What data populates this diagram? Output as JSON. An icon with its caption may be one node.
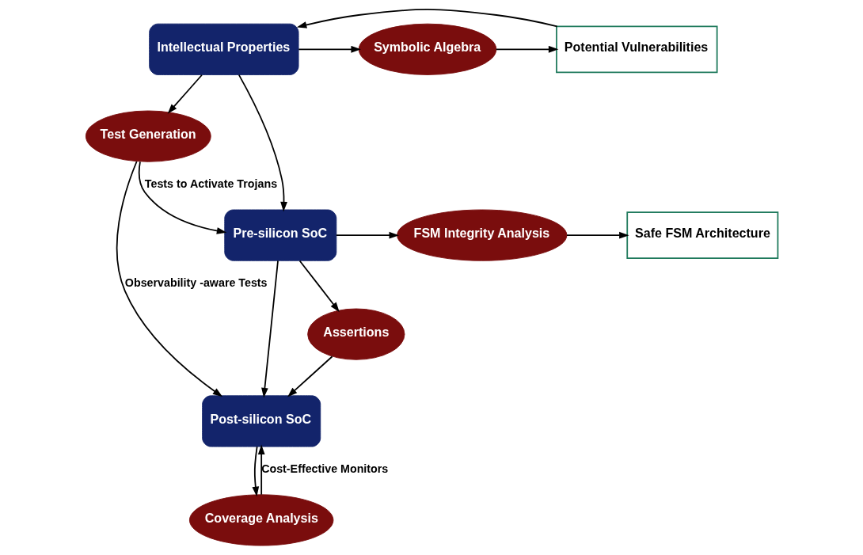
{
  "diagram": {
    "nodes": [
      {
        "text": [
          "Intellectual Properties"
        ]
      },
      {
        "text": [
          "Symbolic Algebra"
        ]
      },
      {
        "text": [
          "Potential Vulnerabilities"
        ]
      },
      {
        "text": [
          "Test Generation"
        ]
      },
      {
        "text": [
          "Pre-silicon SoC"
        ]
      },
      {
        "text": [
          "FSM Integrity Analysis"
        ]
      },
      {
        "text": [
          "Safe FSM Architecture"
        ]
      },
      {
        "text": [
          "Assertions"
        ]
      },
      {
        "text": [
          "Post-silicon SoC"
        ]
      },
      {
        "text": [
          "Coverage Analysis"
        ]
      }
    ],
    "edges": [
      {
        "from": 0,
        "to": 1,
        "arrow": "to"
      },
      {
        "from": 1,
        "to": 2,
        "arrow": "to"
      },
      {
        "from": 2,
        "to": 0,
        "arrow": "to"
      },
      {
        "from": 0,
        "to": 3,
        "arrow": "to"
      },
      {
        "from": 0,
        "to": 4,
        "arrow": "to"
      },
      {
        "from": 3,
        "to": 4,
        "arrow": "to",
        "label": "Tests to Activate Trojans"
      },
      {
        "from": 3,
        "to": 8,
        "arrow": "to",
        "label": "Observability -aware Tests"
      },
      {
        "from": 4,
        "to": 5,
        "arrow": "to"
      },
      {
        "from": 5,
        "to": 6,
        "arrow": "to"
      },
      {
        "from": 4,
        "to": 7,
        "arrow": "to"
      },
      {
        "from": 4,
        "to": 8,
        "arrow": "to"
      },
      {
        "from": 7,
        "to": 8,
        "arrow": "to"
      },
      {
        "from": 8,
        "to": 9,
        "arrow": "to"
      },
      {
        "from": 9,
        "to": 8,
        "arrow": "to",
        "label": "Cost-Effective Monitors"
      }
    ]
  }
}
